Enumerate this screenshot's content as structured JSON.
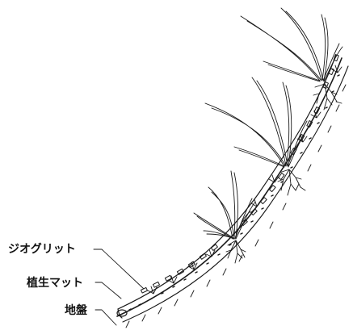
{
  "labels": {
    "geogrid": "ジオグリット",
    "vegetation_mat": "植生マット",
    "ground": "地盤"
  },
  "colors": {
    "line": "#1a1a1a",
    "background": "#ffffff"
  }
}
